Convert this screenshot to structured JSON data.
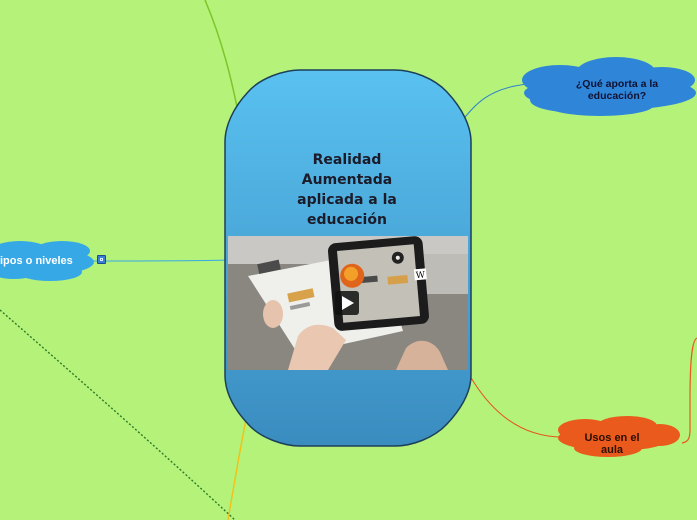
{
  "central": {
    "title": "Realidad Aumentada aplicada a la educación"
  },
  "nodes": {
    "aporta": "¿Qué aporta a la educación?",
    "tipos": "ipos o niveles",
    "usos": "Usos en el aula"
  },
  "icons": {
    "play": "play-icon",
    "wikipedia": "wikipedia-icon",
    "link": "link-icon"
  },
  "colors": {
    "background": "#b5f27a",
    "central_top": "#56bded",
    "central_bottom": "#3b8ec2",
    "aporta_cloud": "#2f86d9",
    "tipos_cloud": "#37a8e6",
    "usos_cloud": "#ea5a1c"
  }
}
